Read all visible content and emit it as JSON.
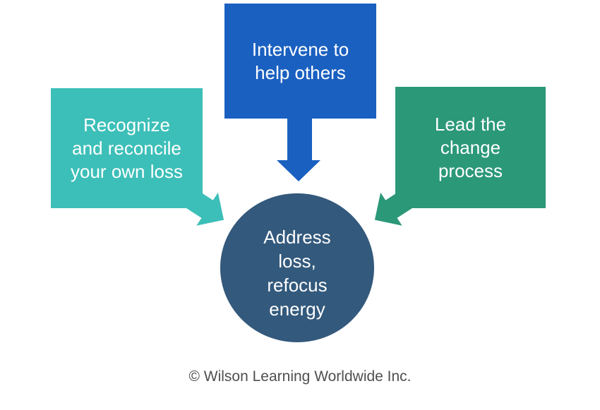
{
  "diagram": {
    "title_hint": "Three actions converging on a central goal",
    "boxes": {
      "left": {
        "lines": [
          "Recognize",
          "and reconcile",
          "your own loss"
        ],
        "color": "#3CBFB8"
      },
      "top": {
        "lines": [
          "Intervene to",
          "help others"
        ],
        "color": "#1A60C0"
      },
      "right": {
        "lines": [
          "Lead the",
          "change",
          "process"
        ],
        "color": "#2B9878"
      }
    },
    "center": {
      "lines": [
        "Address",
        "loss,",
        "refocus",
        "energy"
      ],
      "color": "#33597C"
    },
    "arrows": [
      {
        "name": "teal-diagonal-arrow",
        "direction": "down-right",
        "color": "#3CBFB8"
      },
      {
        "name": "blue-down-arrow",
        "direction": "down",
        "color": "#1A60C0"
      },
      {
        "name": "green-diagonal-arrow",
        "direction": "down-left",
        "color": "#2B9878"
      }
    ],
    "footer": {
      "text": "© Wilson Learning Worldwide Inc.",
      "color": "#4F4F4F"
    }
  }
}
